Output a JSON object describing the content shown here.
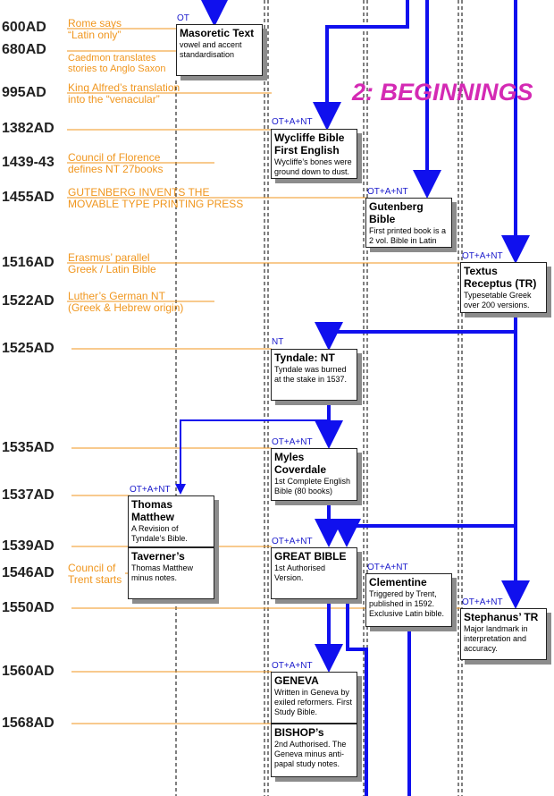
{
  "heading": "2: BEGINNINGS",
  "colors": {
    "flow": "#1010ee",
    "annotation": "#f0961e",
    "tag": "#1a1acc",
    "heading": "#d42ab4"
  },
  "years": {
    "y600": "600AD",
    "y680": "680AD",
    "y995": "995AD",
    "y1382": "1382AD",
    "y1439": "1439-43",
    "y1455": "1455AD",
    "y1516": "1516AD",
    "y1522": "1522AD",
    "y1525": "1525AD",
    "y1535": "1535AD",
    "y1537": "1537AD",
    "y1539": "1539AD",
    "y1546": "1546AD",
    "y1550": "1550AD",
    "y1560": "1560AD",
    "y1568": "1568AD"
  },
  "annotations": {
    "rome": [
      "Rome says",
      "“Latin only”"
    ],
    "caedmon": [
      "Caedmon translates",
      "stories to Anglo Saxon"
    ],
    "alfred": [
      "King Alfred’s translation",
      "into the “venacular”"
    ],
    "florence": [
      "Council of Florence",
      "defines NT 27books"
    ],
    "gutenberg": [
      "GUTENBERG INVENTS THE",
      "MOVABLE TYPE PRINTING PRESS"
    ],
    "erasmus": [
      "Erasmus’ parallel",
      "Greek / Latin Bible"
    ],
    "luther": [
      "Luther’s German NT",
      "(Greek & Hebrew origin)"
    ],
    "trent": [
      "Council of",
      "Trent starts"
    ]
  },
  "tags": {
    "masoretic": "OT",
    "wycliffe": "OT+A+NT",
    "gutenberg": "OT+A+NT",
    "textus": "OT+A+NT",
    "tyndale": "NT",
    "coverdale": "OT+A+NT",
    "matthew": "OT+A+NT",
    "great": "OT+A+NT",
    "clementine": "OT+A+NT",
    "stephanus": "OT+A+NT",
    "geneva": "OT+A+NT"
  },
  "boxes": {
    "masoretic": {
      "title": "Masoretic Text",
      "desc": "vowel and accent standardisation"
    },
    "wycliffe": {
      "title": "Wycliffe Bible First English",
      "desc": "Wycliffe’s bones were ground down to dust."
    },
    "gutenberg": {
      "title": "Gutenberg Bible",
      "desc": "First printed book is a 2 vol. Bible in Latin"
    },
    "textus": {
      "title": "Textus Receptus (TR)",
      "desc": "Typesetable Greek over 200 versions."
    },
    "tyndale": {
      "title": "Tyndale: NT",
      "desc": "Tyndale was burned at the stake in 1537."
    },
    "coverdale": {
      "title": "Myles Coverdale",
      "desc": "1st Complete English Bible (80 books)"
    },
    "matthew": {
      "title": "Thomas Matthew",
      "desc": "A Revision of Tyndale’s Bible."
    },
    "taverner": {
      "title": "Taverner’s",
      "desc": "Thomas Matthew minus notes."
    },
    "great": {
      "title": "GREAT BIBLE",
      "desc": "1st Authorised Version."
    },
    "clementine": {
      "title": "Clementine",
      "desc": "Triggered by Trent, published in 1592. Exclusive Latin bible."
    },
    "stephanus": {
      "title": "Stephanus’ TR",
      "desc": "Major landmark in interpretation and accuracy."
    },
    "geneva": {
      "title": "GENEVA",
      "desc": "Written in Geneva by exiled reformers. First Study Bible."
    },
    "bishop": {
      "title": "BISHOP’s",
      "desc": "2nd Authorised. The Geneva minus anti-papal study notes."
    }
  }
}
